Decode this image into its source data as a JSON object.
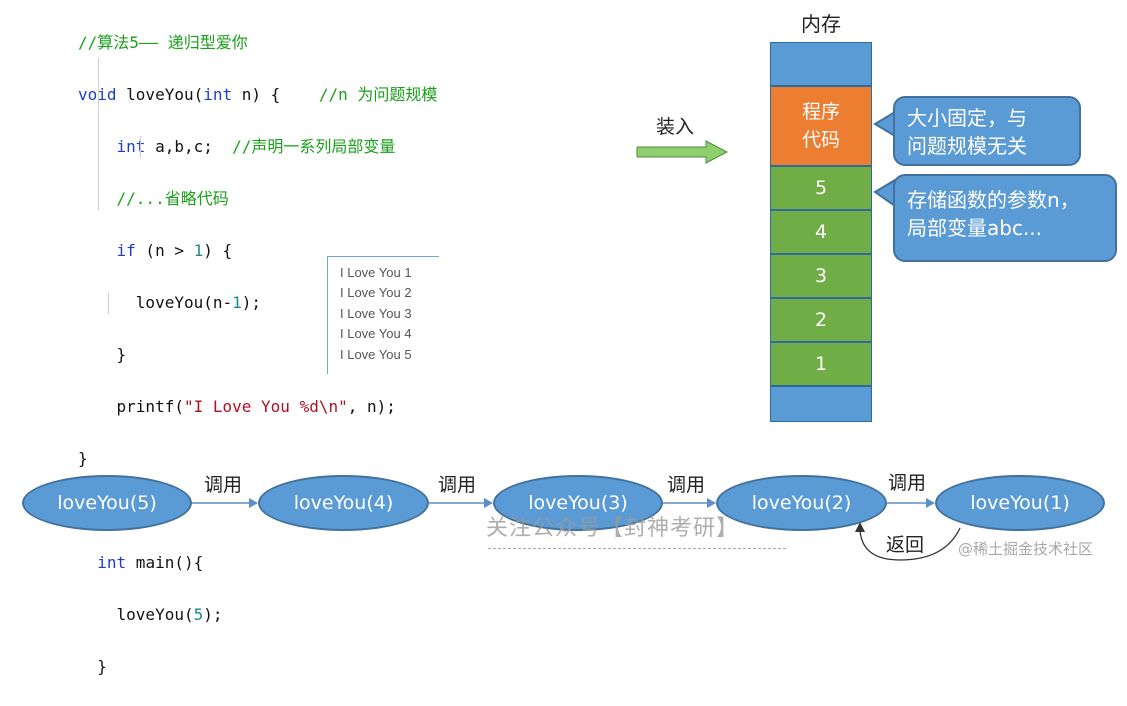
{
  "code": {
    "line1": "//算法5—— 递归型爱你",
    "l2_kw": "void",
    "l2_fn": " loveYou(",
    "l2_kw2": "int",
    "l2_rest": " n) {",
    "l2_cm": "//n 为问题规模",
    "l3_kw": "int",
    "l3_rest": " a,b,c;",
    "l3_cm": "//声明一系列局部变量",
    "l4_cm": "//...省略代码",
    "l5_kw": "if",
    "l5_a": " (n > ",
    "l5_num": "1",
    "l5_b": ") {",
    "l6_a": "loveYou(n-",
    "l6_num": "1",
    "l6_b": ");",
    "l7": "}",
    "l8_a": "printf(",
    "l8_str": "\"I Love You %d\\n\"",
    "l8_b": ", n);",
    "l9": "}",
    "l10_kw": "int",
    "l10_rest": " main(){",
    "l11_a": "loveYou(",
    "l11_num": "5",
    "l11_b": ");",
    "l12": "}"
  },
  "output": [
    "I Love You 1",
    "I Love You 2",
    "I Love You 3",
    "I Love You 4",
    "I Love You 5"
  ],
  "memory": {
    "title": "内存",
    "code_block": [
      "程序",
      "代码"
    ],
    "stack": [
      "5",
      "4",
      "3",
      "2",
      "1"
    ]
  },
  "load_label": "装入",
  "callouts": {
    "code": [
      "大小固定，与",
      "问题规模无关"
    ],
    "stack": [
      "存储函数的参数n，",
      "局部变量abc..."
    ]
  },
  "calls": [
    "loveYou(5)",
    "loveYou(4)",
    "loveYou(3)",
    "loveYou(2)",
    "loveYou(1)"
  ],
  "call_label": "调用",
  "return_label": "返回",
  "watermark": {
    "text": "关注公众号【封神考研】",
    "site": "@稀土掘金技术社区"
  },
  "colors": {
    "memory_blue": "#5b9bd5",
    "code_orange": "#ed7d31",
    "stack_green": "#70ad47",
    "arrow_green": "#8fcf6f"
  }
}
